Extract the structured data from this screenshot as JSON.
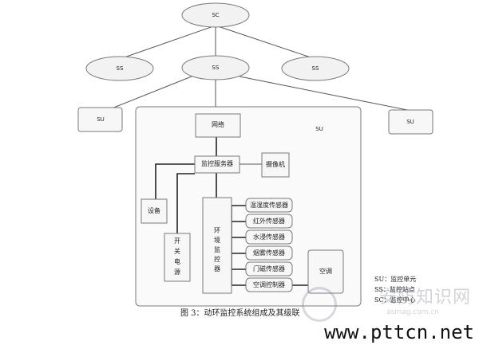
{
  "nodes": {
    "sc": "SC",
    "ss_left": "SS",
    "ss_center": "SS",
    "ss_right": "SS",
    "su_left": "SU",
    "su_right": "SU",
    "su_main": "SU",
    "network": "网络",
    "monitor_server": "监控服务器",
    "camera": "摄像机",
    "device": "设备",
    "switch_power": [
      "开",
      "关",
      "电",
      "源"
    ],
    "env_monitor": [
      "环",
      "境",
      "监",
      "控",
      "器"
    ],
    "sensors": [
      "温湿度传感器",
      "红外传感器",
      "水浸传感器",
      "烟雾传感器",
      "门磁传感器",
      "空调控制器"
    ],
    "aircon": "空调"
  },
  "legend": [
    "SU：监控单元",
    "SS：监控站点",
    "SC：监控中心"
  ],
  "caption": "图 3：动环监控系统组成及其级联",
  "watermark": {
    "cn": "安防知识网",
    "en": "asmag.com.cn",
    "site": "www.pttcn.net"
  }
}
